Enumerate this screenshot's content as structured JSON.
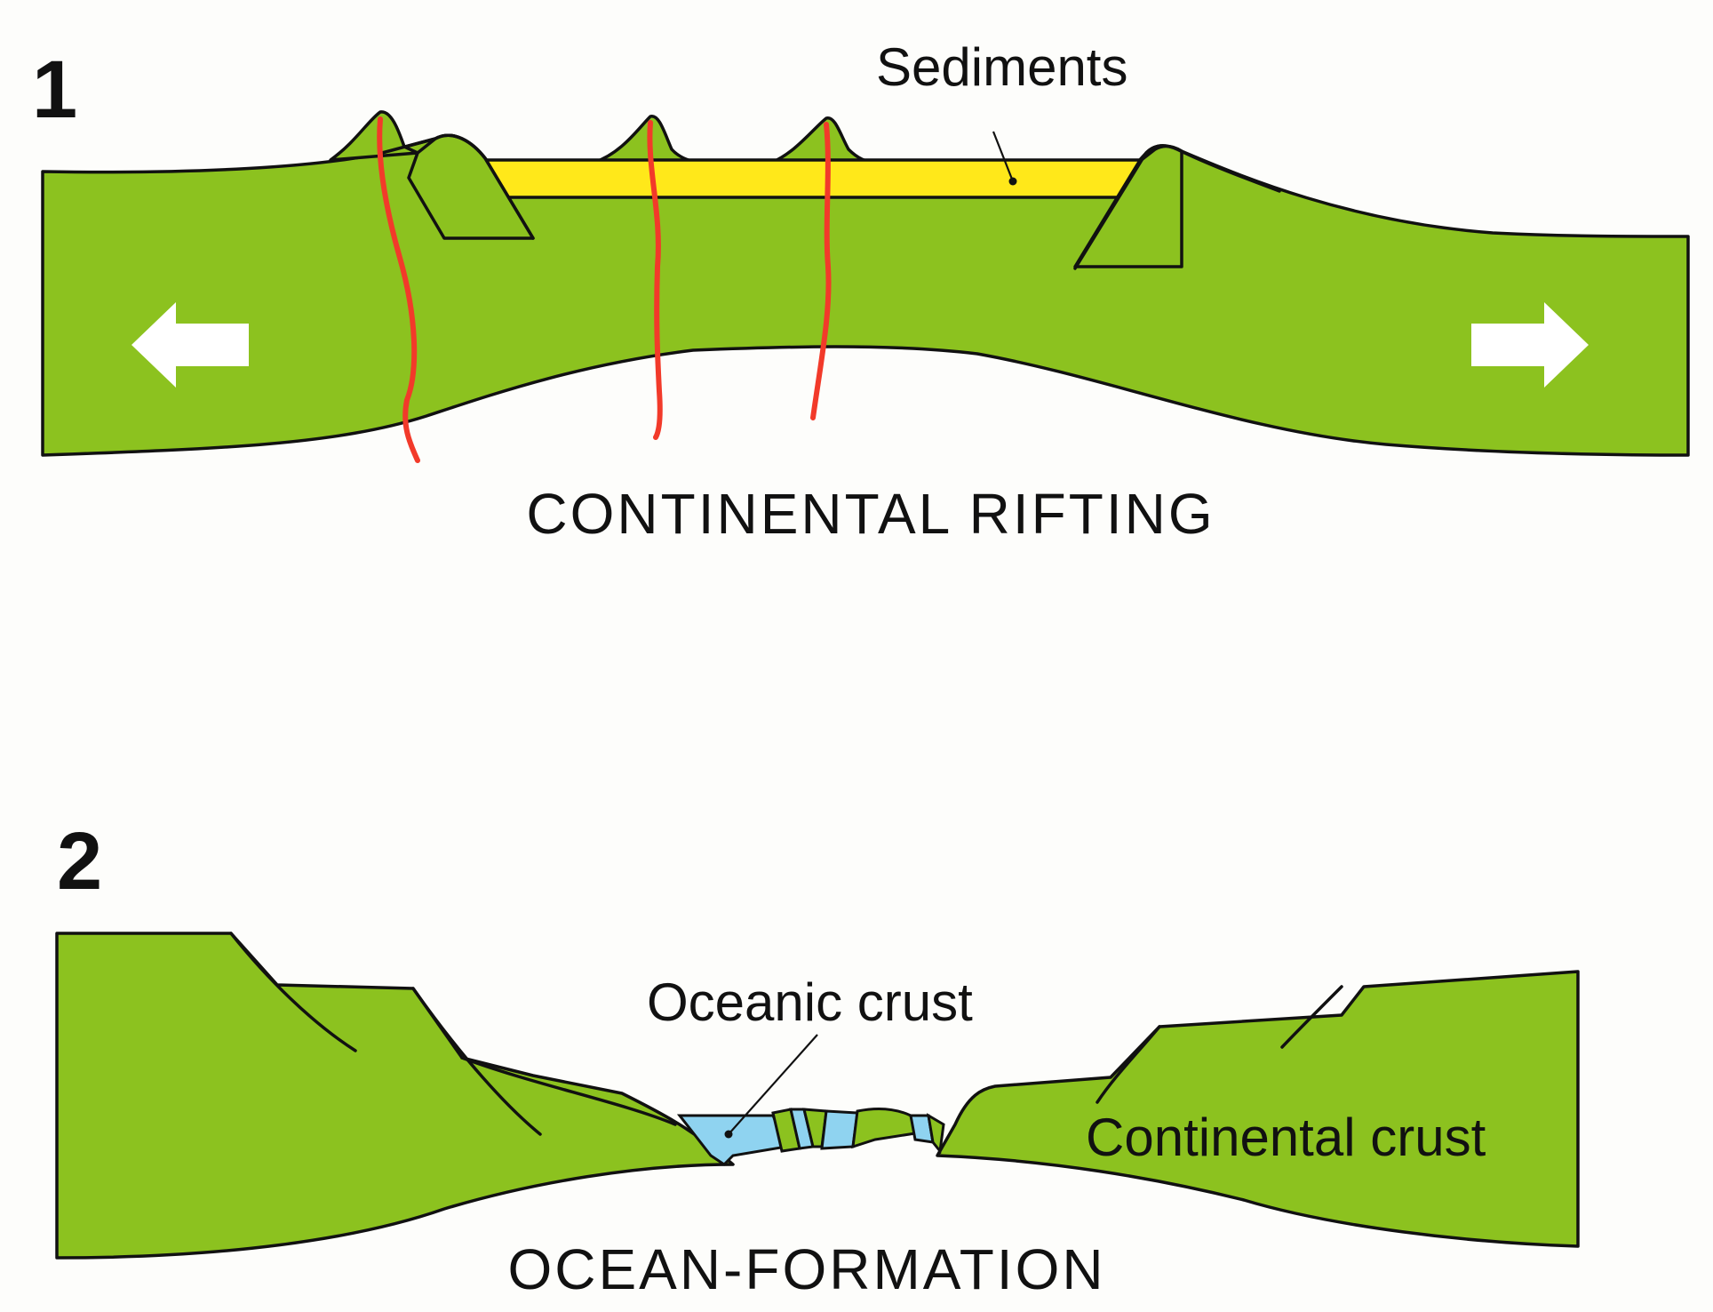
{
  "panels": [
    {
      "number": "1",
      "title": "CONTINENTAL RIFTING",
      "labels": {
        "sediments": "Sediments"
      },
      "colors": {
        "crust": "#8cc21f",
        "sediments": "#ffe81a",
        "magma": "#f23a2a",
        "arrows": "#ffffff"
      },
      "icons": [
        "arrow-left-icon",
        "arrow-right-icon"
      ]
    },
    {
      "number": "2",
      "title": "OCEAN-FORMATION",
      "labels": {
        "oceanic_crust": "Oceanic crust",
        "continental_crust": "Continental crust"
      },
      "colors": {
        "crust": "#8cc21f",
        "oceanic_crust": "#8fd3f0"
      }
    }
  ]
}
